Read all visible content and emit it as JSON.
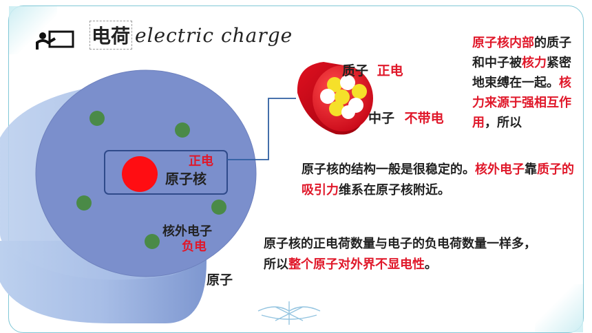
{
  "title": {
    "cn": "电荷",
    "en": "electric charge"
  },
  "atom": {
    "nucleus_charge": "正电",
    "nucleus_label": "原子核",
    "electron_label": "核外电子",
    "electron_charge": "负电",
    "atom_label": "原子"
  },
  "nucleus_detail": {
    "proton_label": "质子",
    "proton_charge": "正电",
    "neutron_label": "中子",
    "neutron_charge": "不带电"
  },
  "right_text": {
    "p1_a": "原子核内部",
    "p1_b": "的质子和中子被",
    "p1_c": "核力",
    "p1_d": "紧密地束缚在一起。",
    "p1_e": "核力来源于强相互作用",
    "p1_f": "，所以"
  },
  "mid_text": {
    "p2_a": "原子核的结构一般是很稳定的。",
    "p2_b": "核外电子",
    "p2_c": "靠",
    "p2_d": "质子的吸引力",
    "p2_e": "维系在原子核附近。"
  },
  "bottom_text": {
    "p3_a": "原子核的正电荷数量与电子的负电荷数量一样多，所以",
    "p3_b": "整个原子对外界不显电性",
    "p3_c": "。"
  },
  "colors": {
    "accent_red": "#e0182a",
    "atom_top": "#7b8fcc",
    "frame": "#7fc7d6"
  },
  "icons": [
    "teacher-board-icon",
    "snowflake-decoration-icon"
  ]
}
